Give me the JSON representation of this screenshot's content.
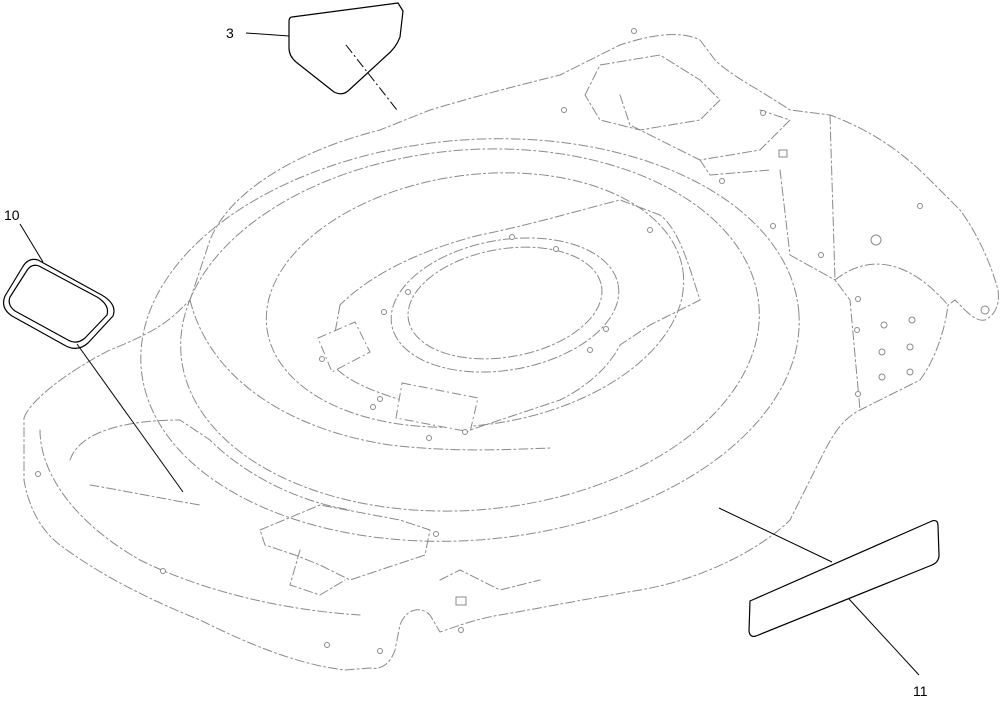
{
  "callouts": [
    {
      "id": "3",
      "label": "3"
    },
    {
      "id": "10",
      "label": "10"
    },
    {
      "id": "11",
      "label": "11"
    }
  ],
  "colors": {
    "part_outline": "#000000",
    "ghost_outline": "#8a8a8a",
    "background": "#ffffff"
  }
}
